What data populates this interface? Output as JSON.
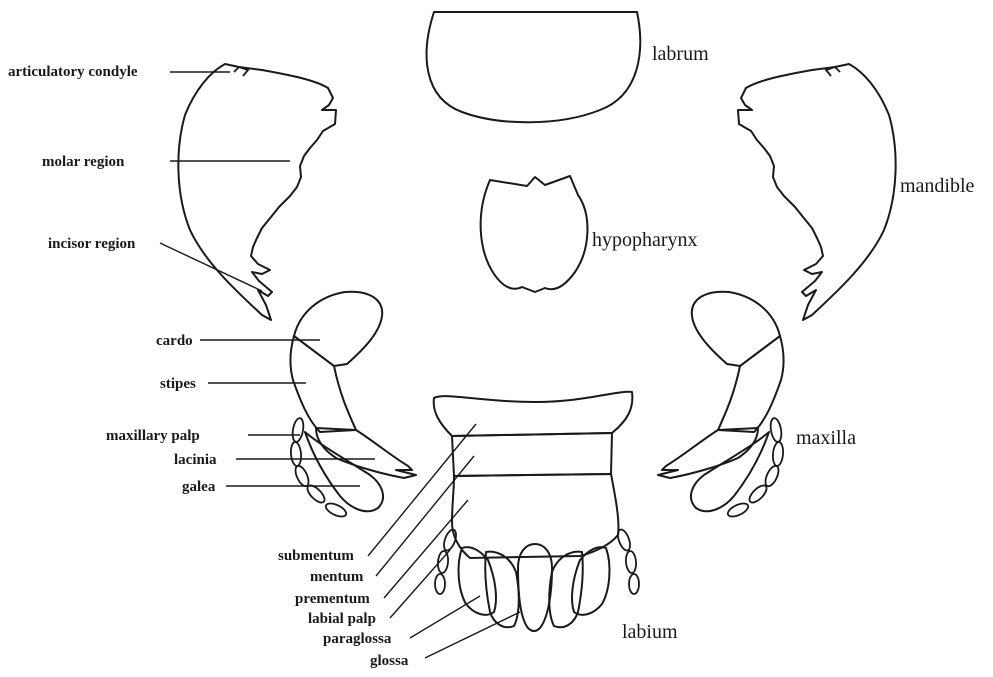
{
  "labels": {
    "articulatory_condyle": "articulatory condyle",
    "molar_region": "molar region",
    "incisor_region": "incisor region",
    "cardo": "cardo",
    "stipes": "stipes",
    "maxillary_palp": "maxillary palp",
    "lacinia": "lacinia",
    "galea": "galea",
    "submentum": "submentum",
    "mentum": "mentum",
    "prementum": "prementum",
    "labial_palp": "labial palp",
    "paraglossa": "paraglossa",
    "glossa": "glossa",
    "labrum": "labrum",
    "hypopharynx": "hypopharynx",
    "mandible": "mandible",
    "maxilla": "maxilla",
    "labium": "labium"
  }
}
